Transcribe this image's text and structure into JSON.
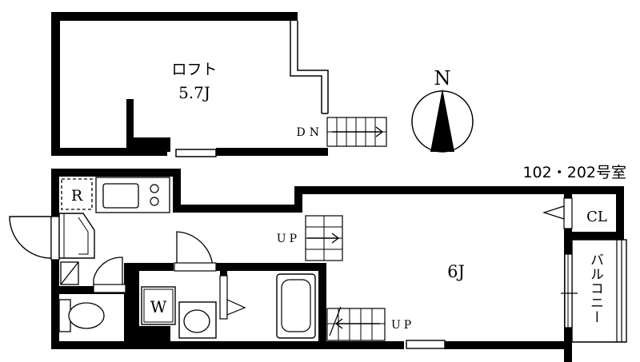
{
  "unit_label": "102・202号室",
  "compass": {
    "label": "N"
  },
  "rooms": {
    "loft": {
      "name": "ロフト",
      "size": "5.7J"
    },
    "main": {
      "size": "6J"
    },
    "closet": {
      "label": "CL"
    },
    "balcony": {
      "label": "バルコニー"
    }
  },
  "fixtures": {
    "refrigerator": {
      "label": "R"
    },
    "washer": {
      "label": "W"
    }
  },
  "stairs": {
    "loft_down": {
      "label": "DN"
    },
    "main_up": {
      "label": "UP"
    },
    "lower_up": {
      "label": "UP"
    }
  }
}
